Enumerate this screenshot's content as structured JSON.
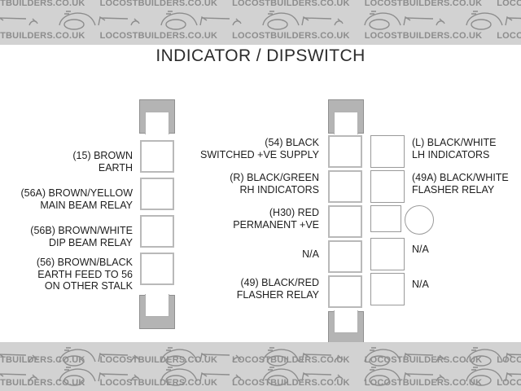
{
  "watermark": {
    "text": "LOCOSTBUILDERS.CO.UK",
    "icon": "locost-car-icon",
    "band_color": "#d2d2d2",
    "text_color": "#8d8d8d"
  },
  "diagram": {
    "title": "INDICATOR / DIPSWITCH",
    "background_color": "#ffffff",
    "connector_body_color": "#b4b4b4",
    "pin_border_color": "#b9b9b9"
  },
  "left_connector": {
    "name": "left-stalk-connector",
    "top_cap": "connector-cap-top",
    "bottom_cap": "connector-cap-bottom",
    "pins": [
      {
        "label": "(15) BROWN\nEARTH",
        "line1": "(15) BROWN",
        "line2": "EARTH"
      },
      {
        "label": "(56A) BROWN/YELLOW MAIN BEAM RELAY",
        "line1": "(56A) BROWN/YELLOW",
        "line2": "MAIN BEAM RELAY"
      },
      {
        "label": "(56B) BROWN/WHITE DIP BEAM RELAY",
        "line1": "(56B) BROWN/WHITE",
        "line2": "DIP BEAM RELAY"
      },
      {
        "label": "(56) BROWN/BLACK EARTH FEED TO 56 ON OTHER STALK",
        "line1": "(56) BROWN/BLACK",
        "line2": "EARTH FEED TO 56",
        "line3": "ON OTHER STALK"
      }
    ]
  },
  "right_connector": {
    "name": "right-stalk-connector",
    "top_cap": "connector-cap-top",
    "bottom_cap": "connector-cap-bottom",
    "inner_pins": [
      {
        "line1": "(54) BLACK",
        "line2": "SWITCHED +VE SUPPLY"
      },
      {
        "line1": "(R) BLACK/GREEN",
        "line2": "RH INDICATORS"
      },
      {
        "line1": "(H30) RED",
        "line2": "PERMANENT +VE"
      },
      {
        "line1": "N/A",
        "line2": ""
      },
      {
        "line1": "(49) BLACK/RED",
        "line2": "FLASHER RELAY"
      }
    ],
    "outer_pins": [
      {
        "shape": "square",
        "line1": "(L) BLACK/WHITE",
        "line2": "LH INDICATORS"
      },
      {
        "shape": "square",
        "line1": "(49A) BLACK/WHITE",
        "line2": "FLASHER RELAY"
      },
      {
        "shape": "square-small",
        "line1": "",
        "line2": ""
      },
      {
        "shape": "square",
        "line1": "N/A",
        "line2": ""
      },
      {
        "shape": "square",
        "line1": "N/A",
        "line2": ""
      }
    ],
    "circle_pin": "unlabelled-round-pin"
  }
}
